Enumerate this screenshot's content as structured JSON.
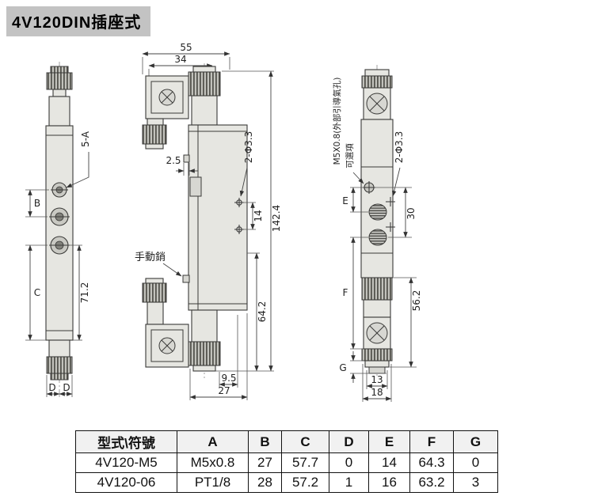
{
  "title": "4V120DIN插座式",
  "colors": {
    "title_bg": "#c3c3c3",
    "line": "#3a3a38"
  },
  "views": {
    "side_left": {
      "dim_a": "5-A",
      "dim_b": "B",
      "dim_c": "C",
      "dim_height": "71.2",
      "dim_d1": "D",
      "dim_d2": "D"
    },
    "front": {
      "dim_width_total": "55",
      "dim_width_coil": "34",
      "dim_offset": "2.5",
      "dim_holes": "2-Φ3.3",
      "dim_hole_spacing": "14",
      "dim_height_total": "142.4",
      "label_manual_pin": "手動銷",
      "dim_height_lower": "64.2",
      "dim_bottom_a": "9.5",
      "dim_bottom_b": "27"
    },
    "side_right": {
      "note_pilot_port": "M5X0.8(外部引導氣孔)",
      "note_optional": "可選項",
      "dim_holes": "2-Φ3.3",
      "dim_port_spacing": "30",
      "dim_e": "E",
      "dim_f": "F",
      "dim_g": "G",
      "dim_height_lower": "56.2",
      "dim_bottom_a": "13",
      "dim_bottom_b": "18"
    }
  },
  "table": {
    "headers": [
      "型式\\符號",
      "A",
      "B",
      "C",
      "D",
      "E",
      "F",
      "G"
    ],
    "rows": [
      [
        "4V120-M5",
        "M5x0.8",
        "27",
        "57.7",
        "0",
        "14",
        "64.3",
        "0"
      ],
      [
        "4V120-06",
        "PT1/8",
        "28",
        "57.2",
        "1",
        "16",
        "63.2",
        "3"
      ]
    ]
  }
}
